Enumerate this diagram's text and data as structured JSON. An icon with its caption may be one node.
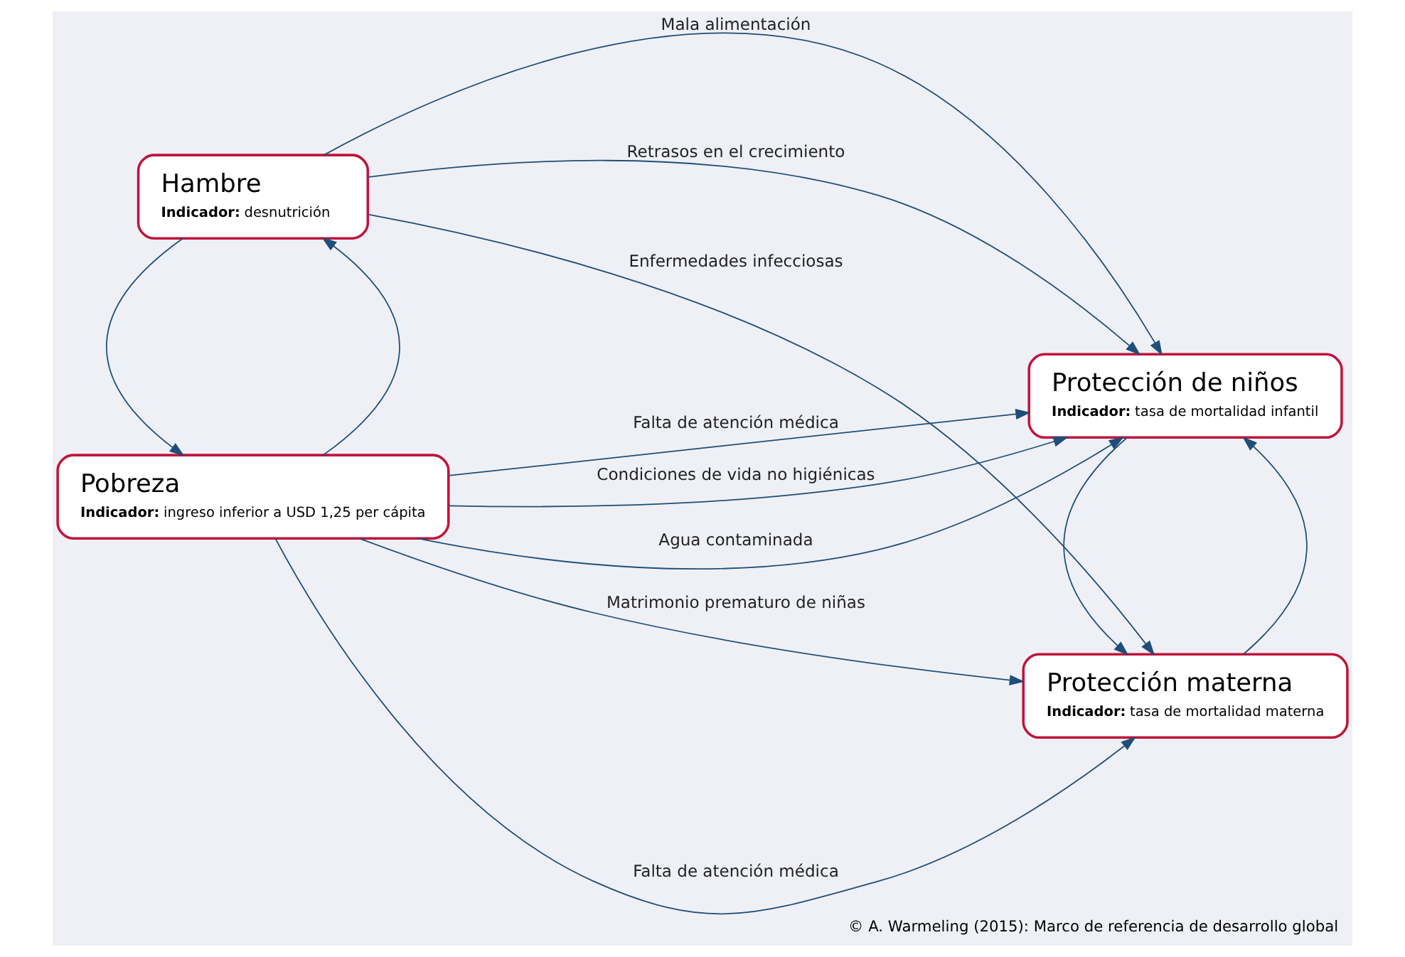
{
  "diagram": {
    "caption": "© A. Warmeling (2015): Marco de referencia de desarrollo global",
    "nodes": [
      {
        "text": [
          "Pobreza",
          "**Indicador:** ingreso inferior a USD 1,25 per cápita"
        ]
      },
      {
        "text": [
          "Protección materna",
          "**Indicador:** tasa de mortalidad materna"
        ]
      },
      {
        "text": [
          "Hambre",
          "**Indicador:** desnutrición"
        ]
      },
      {
        "text": [
          "Protección de niños",
          "**Indicador:** tasa de mortalidad infantil"
        ]
      }
    ],
    "edges": [
      {
        "from": 0,
        "to": 1,
        "arrow": "to",
        "label": "Falta de atención médica"
      },
      {
        "from": 0,
        "to": 1,
        "arrow": "to",
        "label": "Matrimonio prematuro de niñas"
      },
      {
        "from": 0,
        "to": 3,
        "arrow": "to",
        "label": "Falta de atención médica"
      },
      {
        "from": 0,
        "to": 3,
        "arrow": "to",
        "label": "Condiciones de vida no higiénicas"
      },
      {
        "from": 0,
        "to": 3,
        "arrow": "to",
        "label": "Agua contaminada"
      },
      {
        "from": 0,
        "to": 2,
        "arrow": "to"
      },
      {
        "from": 2,
        "to": 0,
        "arrow": "to"
      },
      {
        "from": 2,
        "to": 3,
        "arrow": "to",
        "label": "Mala alimentación"
      },
      {
        "from": 2,
        "to": 3,
        "arrow": "to",
        "label": "Retrasos en el crecimiento"
      },
      {
        "from": 2,
        "to": 1,
        "arrow": "to",
        "label": "Enfermedades infecciosas"
      },
      {
        "from": 1,
        "to": 3,
        "arrow": "to"
      },
      {
        "from": 3,
        "to": 1,
        "arrow": "to"
      }
    ]
  }
}
